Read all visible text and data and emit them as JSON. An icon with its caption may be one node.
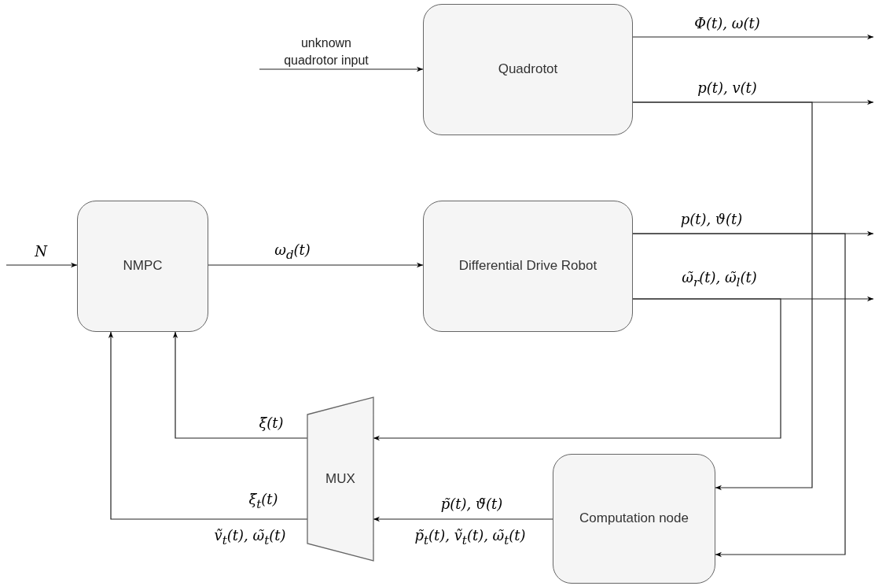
{
  "diagram": {
    "nodes": [
      {
        "text": [
          "Quadrotot"
        ]
      },
      {
        "text": [
          "NMPC"
        ]
      },
      {
        "text": [
          "Differential Drive Robot"
        ]
      },
      {
        "text": [
          "MUX"
        ]
      },
      {
        "text": [
          "Computation node"
        ]
      }
    ],
    "edges": [
      {
        "from": null,
        "to": 0,
        "arrow": "to",
        "label": "unknown quadrotor input"
      },
      {
        "from": 0,
        "to": null,
        "arrow": "to",
        "label": "Φ(t), ω(t)"
      },
      {
        "from": 0,
        "to": null,
        "arrow": "to",
        "label": "p(t), v(t)"
      },
      {
        "from": 0,
        "to": 4,
        "arrow": "to"
      },
      {
        "from": null,
        "to": 1,
        "arrow": "to",
        "label": "N"
      },
      {
        "from": 1,
        "to": 2,
        "arrow": "to",
        "label": "ω$_{d}$(t)"
      },
      {
        "from": 2,
        "to": null,
        "arrow": "to",
        "label": "p(t), ϑ(t)"
      },
      {
        "from": 2,
        "to": null,
        "arrow": "to",
        "label": "ω̃$_{r}$(t), ω̃$_{l}$(t)"
      },
      {
        "from": 2,
        "to": 4,
        "arrow": "to"
      },
      {
        "from": 2,
        "to": 3,
        "arrow": "to"
      },
      {
        "from": 3,
        "to": 1,
        "arrow": "to",
        "label": "ξ̃(t)"
      },
      {
        "from": 3,
        "to": 1,
        "arrow": "to",
        "label": "ξ̃$_{t}$(t)"
      },
      {
        "from": 4,
        "to": 3,
        "arrow": "to",
        "label": "p̃(t), ϑ̃(t)"
      }
    ],
    "labels": [
      "ṽ$_{t}$(t), ω̃$_{t}$(t)",
      "p̃$_{t}$(t), ṽ$_{t}$(t), ω̃$_{t}$(t)"
    ]
  }
}
